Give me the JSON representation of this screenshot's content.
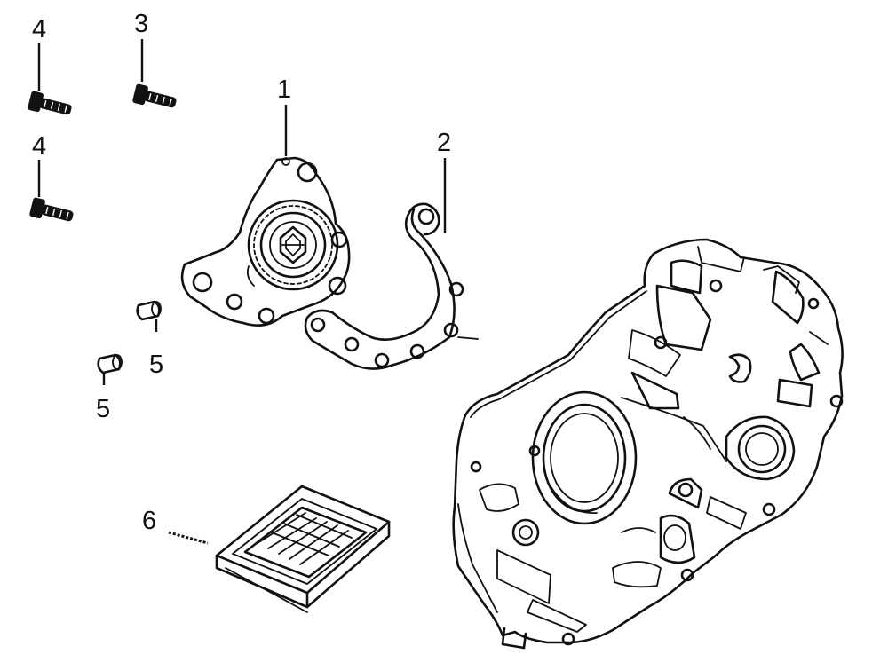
{
  "callouts": {
    "c1": "1",
    "c2": "2",
    "c3": "3",
    "c4a": "4",
    "c4b": "4",
    "c5a": "5",
    "c5b": "5",
    "c6": "6"
  },
  "colors": {
    "line": "#111111",
    "background": "#ffffff"
  }
}
